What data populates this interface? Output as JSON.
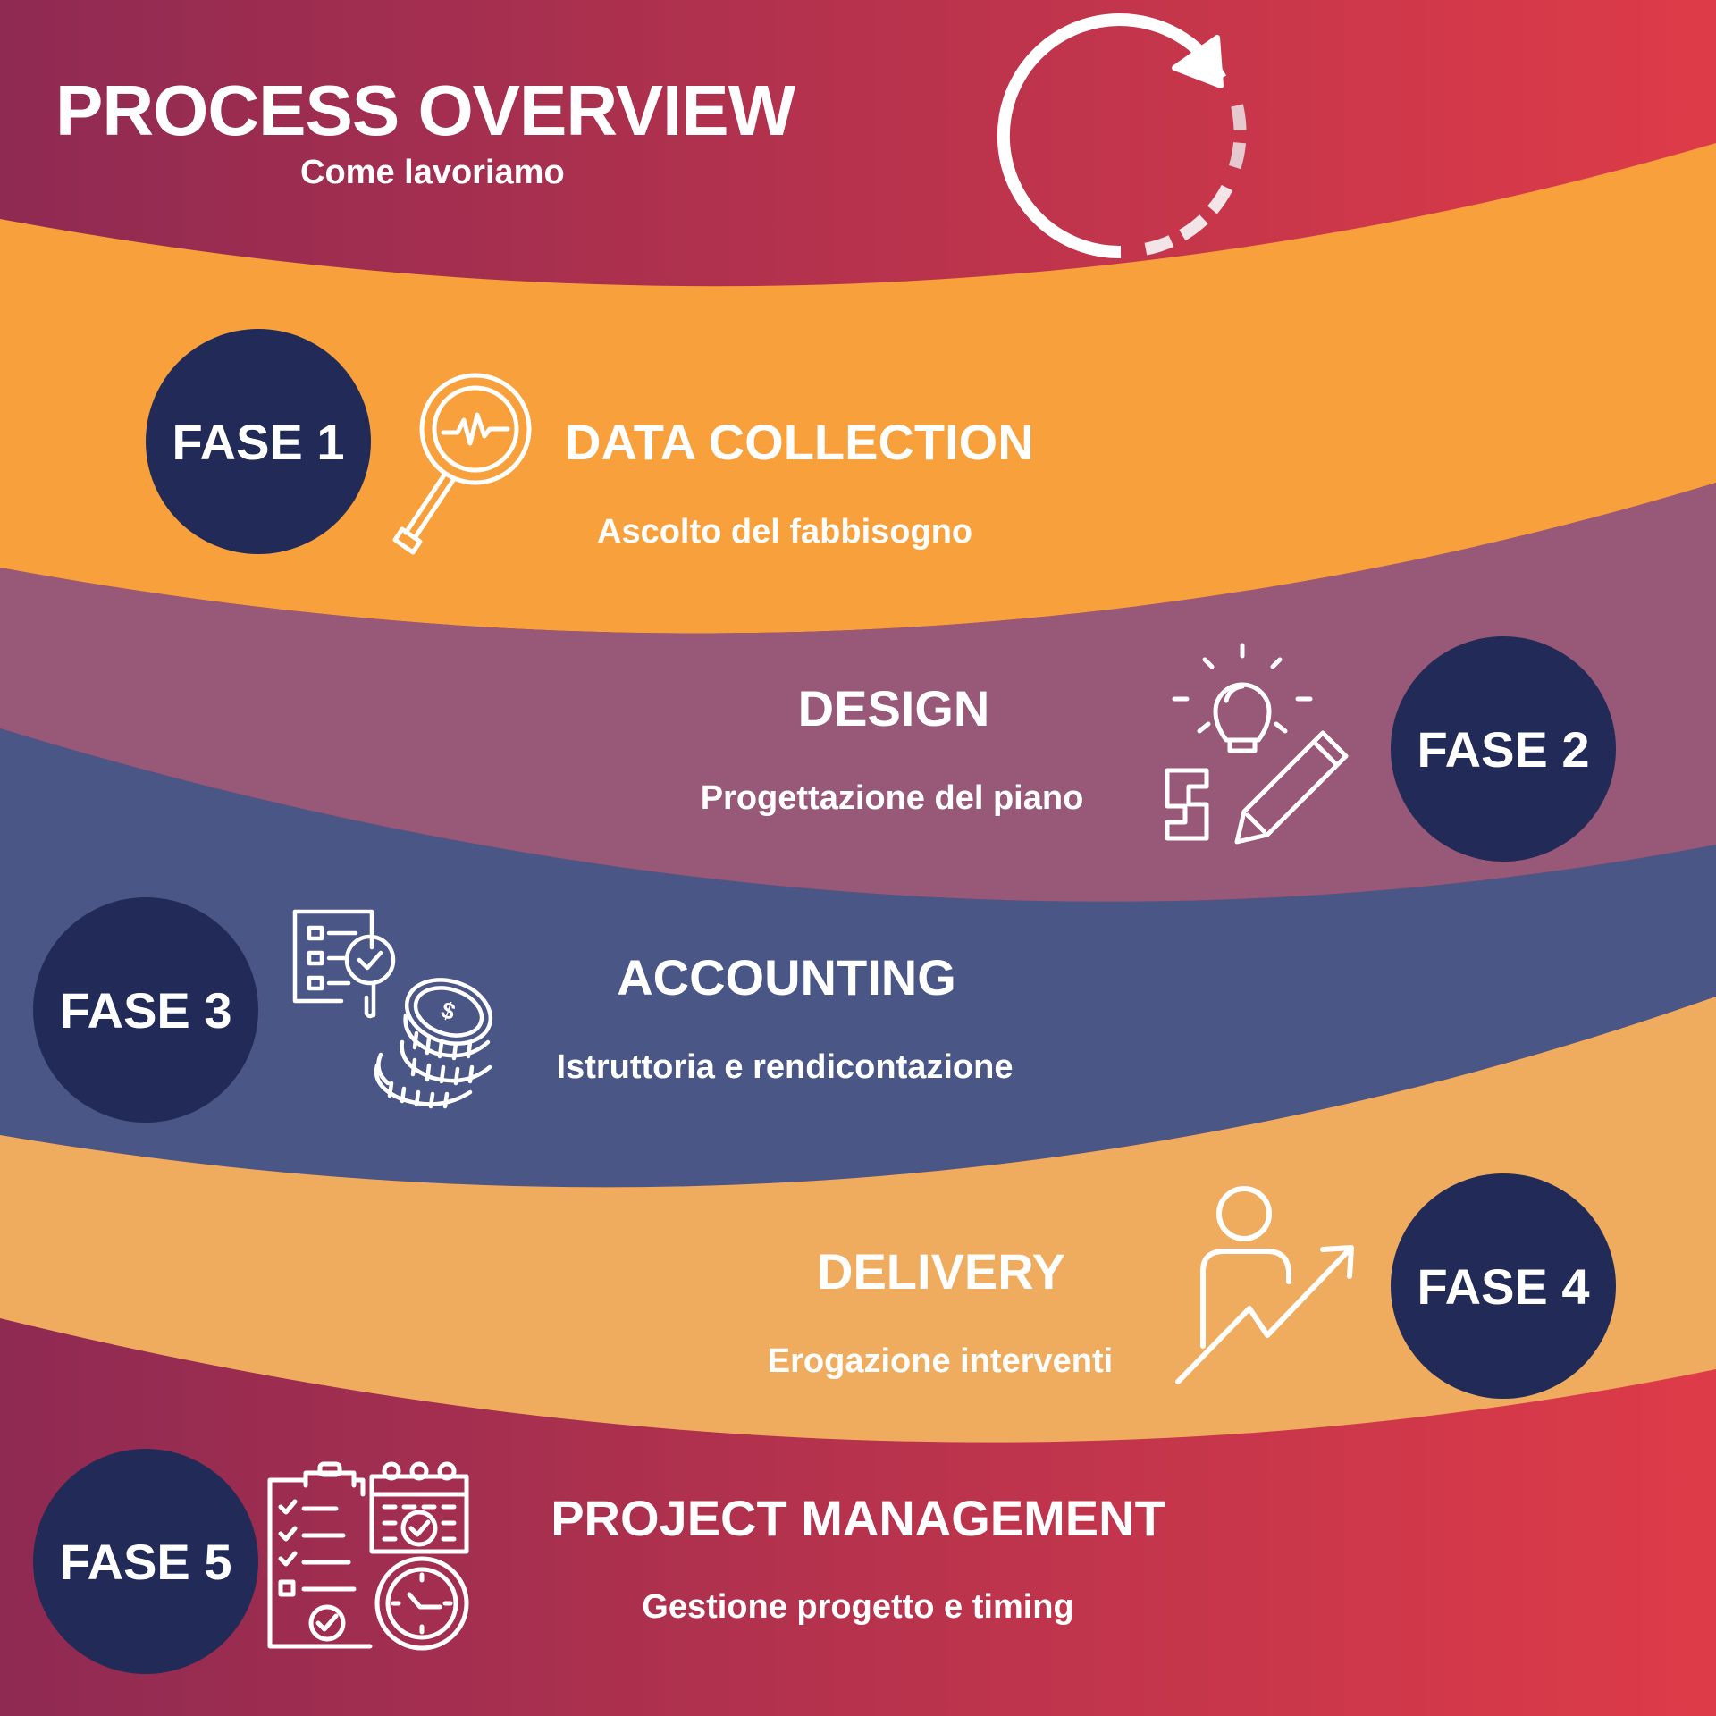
{
  "header": {
    "title": "PROCESS OVERVIEW",
    "subtitle": "Come lavoriamo"
  },
  "colors": {
    "crimson_left": "#8f2a52",
    "crimson_right": "#de3b48",
    "orange": "#f8a03b",
    "mauve": "#985878",
    "slate_blue": "#4a5786",
    "light_orange": "#f0ac5e",
    "badge_navy": "#222b58",
    "text_white": "#ffffff"
  },
  "phases": [
    {
      "badge": "FASE 1",
      "title": "DATA COLLECTION",
      "subtitle": "Ascolto del fabbisogno",
      "icon": "magnifier-pulse-icon"
    },
    {
      "badge": "FASE 2",
      "title": "DESIGN",
      "subtitle": "Progettazione del piano",
      "icon": "lightbulb-pencil-icon"
    },
    {
      "badge": "FASE 3",
      "title": "ACCOUNTING",
      "subtitle": "Istruttoria e rendicontazione",
      "icon": "checklist-coins-icon"
    },
    {
      "badge": "FASE 4",
      "title": "DELIVERY",
      "subtitle": "Erogazione interventi",
      "icon": "person-growth-icon"
    },
    {
      "badge": "FASE 5",
      "title": "PROJECT MANAGEMENT",
      "subtitle": "Gestione progetto e timing",
      "icon": "clipboard-calendar-clock-icon"
    }
  ],
  "header_icon": "cycle-arrow-icon"
}
